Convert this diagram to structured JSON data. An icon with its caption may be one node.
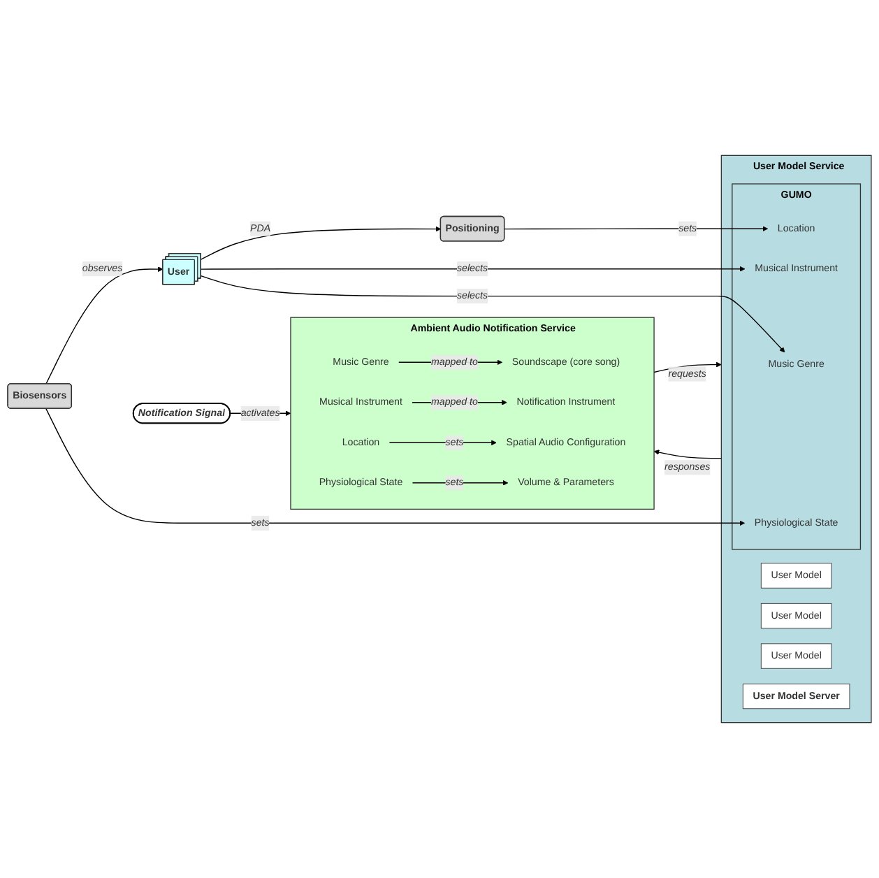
{
  "diagram": {
    "nodes": [
      {
        "text": [
          "User"
        ]
      },
      {
        "text": [
          "Biosensors"
        ]
      },
      {
        "text": [
          "Positioning"
        ]
      },
      {
        "text": [
          "User Model Service"
        ]
      },
      {
        "text": [
          "User Model"
        ],
        "in": 3
      },
      {
        "text": [
          "User Model"
        ],
        "in": 3
      },
      {
        "text": [
          "User Model"
        ],
        "in": 3
      },
      {
        "text": [
          "User Model Server"
        ],
        "in": 3
      },
      {
        "text": [
          "GUMO"
        ],
        "in": 3
      },
      {
        "text": [
          "Music Genre"
        ],
        "in": 8
      },
      {
        "text": [
          "Musical Instrument"
        ],
        "in": 8
      },
      {
        "text": [
          "Location"
        ],
        "in": 8
      },
      {
        "text": [
          "Physiological State"
        ],
        "in": 8
      },
      {
        "text": [
          "Notification Signal"
        ]
      },
      {
        "text": [
          "Ambient Audio Notification Service"
        ]
      },
      {
        "text": [
          "Music Genre"
        ],
        "in": 14
      },
      {
        "text": [
          "Musical Instrument"
        ],
        "in": 14
      },
      {
        "text": [
          "Location"
        ],
        "in": 14
      },
      {
        "text": [
          "Physiological State"
        ],
        "in": 14
      },
      {
        "text": [
          "Soundscape (core song)"
        ],
        "in": 14
      },
      {
        "text": [
          "Notification Instrument"
        ],
        "in": 14
      },
      {
        "text": [
          "Spatial Audio Configuration"
        ],
        "in": 14
      },
      {
        "text": [
          "Volume & Parameters"
        ],
        "in": 14
      }
    ],
    "edges": [
      {
        "from": 1,
        "to": 0,
        "arrow": "to",
        "label": "observes"
      },
      {
        "from": 0,
        "to": 2,
        "arrow": "to",
        "label": "PDA"
      },
      {
        "from": 0,
        "to": 10,
        "arrow": "to",
        "label": "selects"
      },
      {
        "from": 0,
        "to": 9,
        "arrow": "to",
        "label": "selects"
      },
      {
        "from": 2,
        "to": 11,
        "arrow": "to",
        "label": "sets"
      },
      {
        "from": 1,
        "to": 12,
        "arrow": "to",
        "label": "sets"
      },
      {
        "from": 14,
        "to": 3,
        "arrow": "to",
        "label": "requests"
      },
      {
        "from": 3,
        "to": 14,
        "arrow": "to",
        "label": "responses"
      },
      {
        "from": 13,
        "to": 14,
        "arrow": "to",
        "label": "activates"
      },
      {
        "from": 15,
        "to": 19,
        "arrow": "to",
        "label": "mapped to"
      },
      {
        "from": 16,
        "to": 20,
        "arrow": "to",
        "label": "mapped to"
      },
      {
        "from": 17,
        "to": 21,
        "arrow": "to",
        "label": "sets"
      },
      {
        "from": 18,
        "to": 22,
        "arrow": "to",
        "label": "sets"
      }
    ]
  }
}
